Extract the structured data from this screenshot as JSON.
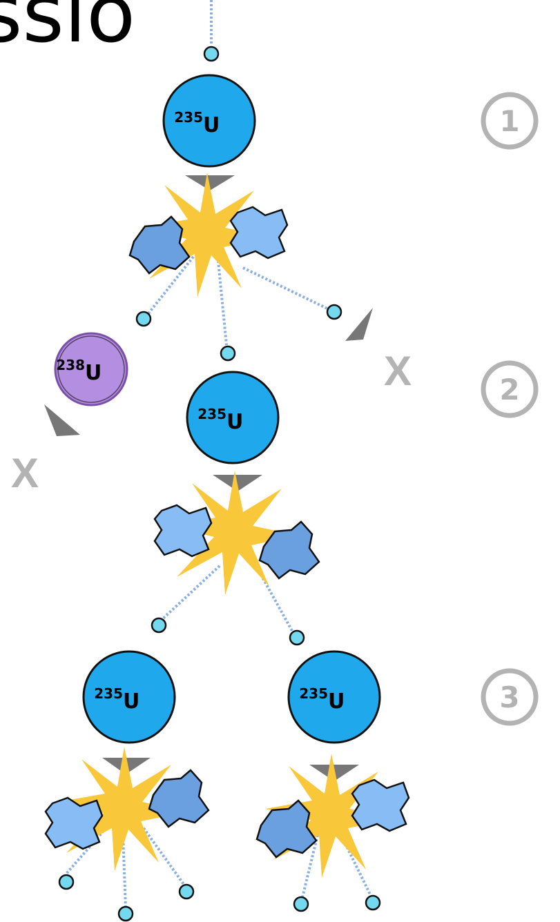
{
  "header": {
    "title_fragment": "ssio"
  },
  "isotope_symbol": "U",
  "nuclei": [
    {
      "mass": "235"
    },
    {
      "mass": "238"
    },
    {
      "mass": "235"
    },
    {
      "mass": "235"
    },
    {
      "mass": "235"
    }
  ],
  "steps": [
    "1",
    "2",
    "3"
  ],
  "lost_neutron_mark": "X",
  "colors": {
    "u235": "#1fa8ec",
    "u238": "#b48ee0",
    "neutron": "#74d8ee",
    "burst": "#f8c83a",
    "fragment_light": "#88bcf4",
    "fragment_dark": "#6a9fe0",
    "arrow": "#777777",
    "step_gray": "#b3b3b3",
    "trail": "#8aaee0"
  }
}
